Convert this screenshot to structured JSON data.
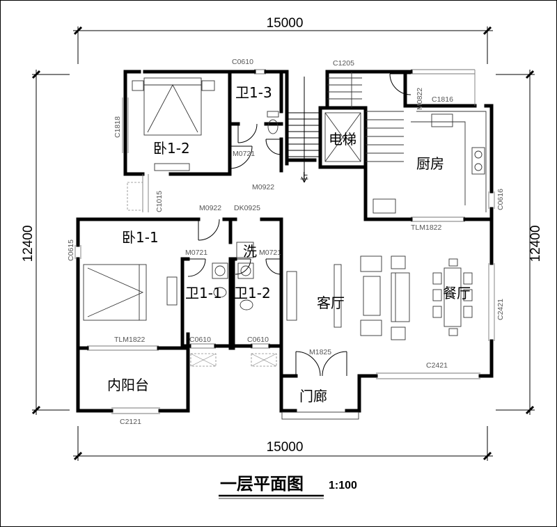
{
  "dimensions": {
    "top": "15000",
    "bottom": "15000",
    "left": "12400",
    "right": "12400"
  },
  "rooms": {
    "bedroom_1_2": "卧1-2",
    "bath_1_3": "卫1-3",
    "elevator": "电梯",
    "kitchen": "厨房",
    "bedroom_1_1": "卧1-1",
    "wash": "洗",
    "bath_1_1": "卫1-1",
    "bath_1_2": "卫1-2",
    "living": "客厅",
    "dining": "餐厅",
    "inner_balcony": "内阳台",
    "porch": "门廊",
    "stair_up": "上"
  },
  "codes": {
    "c0610_top": "C0610",
    "c1205": "C1205",
    "m0822": "M0822",
    "c1816": "C1816",
    "c1818": "C1818",
    "m0721_bath13": "M0721",
    "m0922_upper": "M0922",
    "c1015": "C1015",
    "c0616": "C0616",
    "m0922_lower": "M0922",
    "dk0925": "DK0925",
    "c0615": "C0615",
    "m0721_bath11": "M0721",
    "m0721_bath12": "M0721",
    "tlm1822_kitchen": "TLM1822",
    "c2421_right": "C2421",
    "tlm1822_bed": "TLM1822",
    "c0610_b11": "C0610",
    "c0610_b12": "C0610",
    "m1825": "M1825",
    "c2421_bottom": "C2421",
    "c2121": "C2121"
  },
  "title": {
    "text": "一层平面图",
    "scale": "1:100"
  }
}
